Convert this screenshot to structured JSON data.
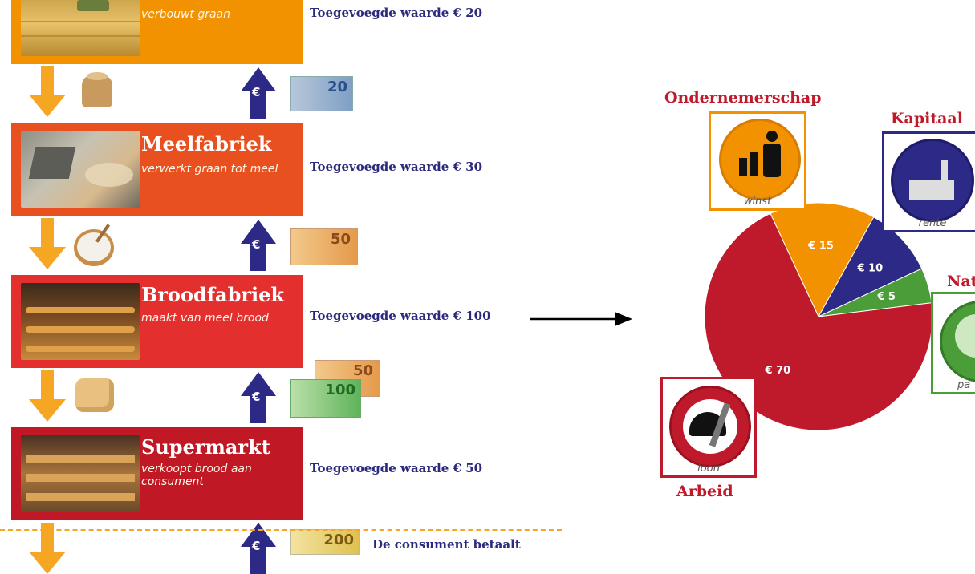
{
  "colors": {
    "stage_boer": "#f39200",
    "stage_meel": "#e8511f",
    "stage_brood": "#e42f2f",
    "stage_super": "#c01824",
    "flow_arrow": "#f5a623",
    "money_arrow": "#2c2a86",
    "arbeid": "#bf1a2b",
    "ondernemerschap": "#f39200",
    "kapitaal": "#2c2a86",
    "natuur": "#4a9d38"
  },
  "stages": [
    {
      "title": "",
      "subtitle": "verbouwt graan",
      "value_label": "Toegevoegde waarde € 20"
    },
    {
      "title": "Meelfabriek",
      "subtitle": "verwerkt graan tot meel",
      "value_label": "Toegevoegde waarde € 30"
    },
    {
      "title": "Broodfabriek",
      "subtitle": "maakt van meel brood",
      "value_label": "Toegevoegde waarde € 100"
    },
    {
      "title": "Supermarkt",
      "subtitle": "verkoopt brood aan consument",
      "value_label": "Toegevoegde waarde € 50"
    }
  ],
  "money_arrows": {
    "symbol": "€"
  },
  "banknotes": {
    "note_20": "20",
    "note_50": "50",
    "note_100": "100",
    "note_200": "200"
  },
  "footer": {
    "consument_text": "De consument betaalt"
  },
  "factors": {
    "ondernemerschap": {
      "label": "Ondernemerschap",
      "word": "winst",
      "icon": "growth-chart-businessman-icon"
    },
    "kapitaal": {
      "label": "Kapitaal",
      "word": "rente",
      "icon": "factory-icon"
    },
    "natuur": {
      "label": "Nat",
      "word": "pa",
      "icon": "tree-icon"
    },
    "arbeid": {
      "label": "Arbeid",
      "word": "loon",
      "icon": "helmet-wrench-icon"
    }
  },
  "chart_data": {
    "type": "pie",
    "title": "",
    "slices": [
      {
        "name": "Ondernemerschap",
        "value": 15,
        "label": "€ 15",
        "color": "#f39200"
      },
      {
        "name": "Kapitaal",
        "value": 10,
        "label": "€ 10",
        "color": "#2c2a86"
      },
      {
        "name": "Natuur",
        "value": 5,
        "label": "€ 5",
        "color": "#4a9d38"
      },
      {
        "name": "Arbeid",
        "value": 70,
        "label": "€ 70",
        "color": "#bf1a2b"
      }
    ]
  }
}
